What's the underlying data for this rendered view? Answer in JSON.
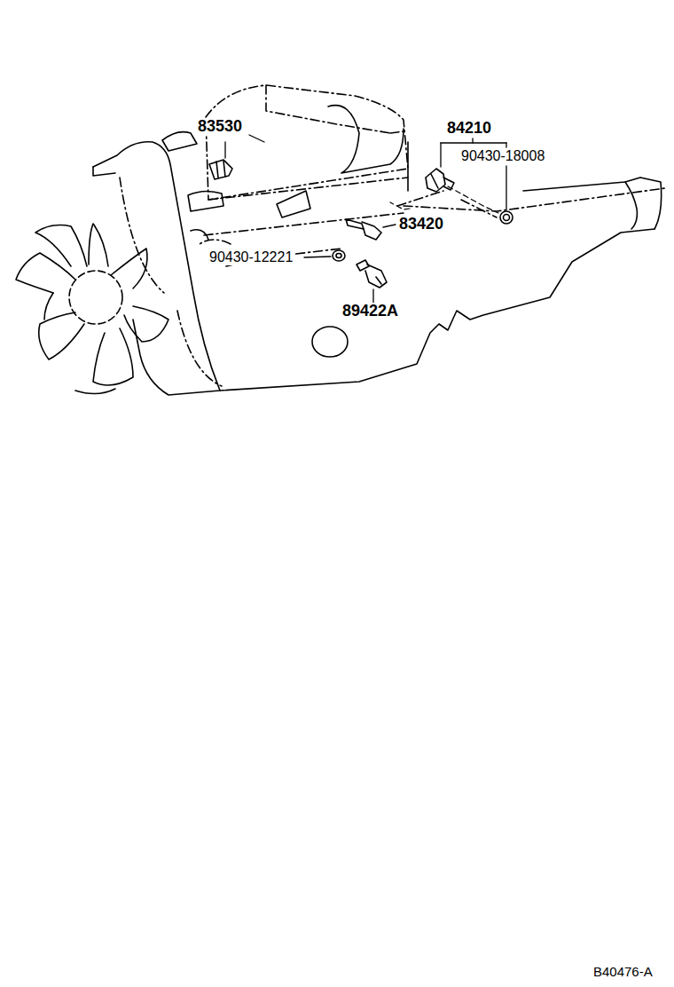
{
  "diagram": {
    "labels": [
      "83530",
      "84210",
      "90430-18008",
      "83420",
      "90430-12221",
      "89422A",
      "B40476-A"
    ]
  }
}
